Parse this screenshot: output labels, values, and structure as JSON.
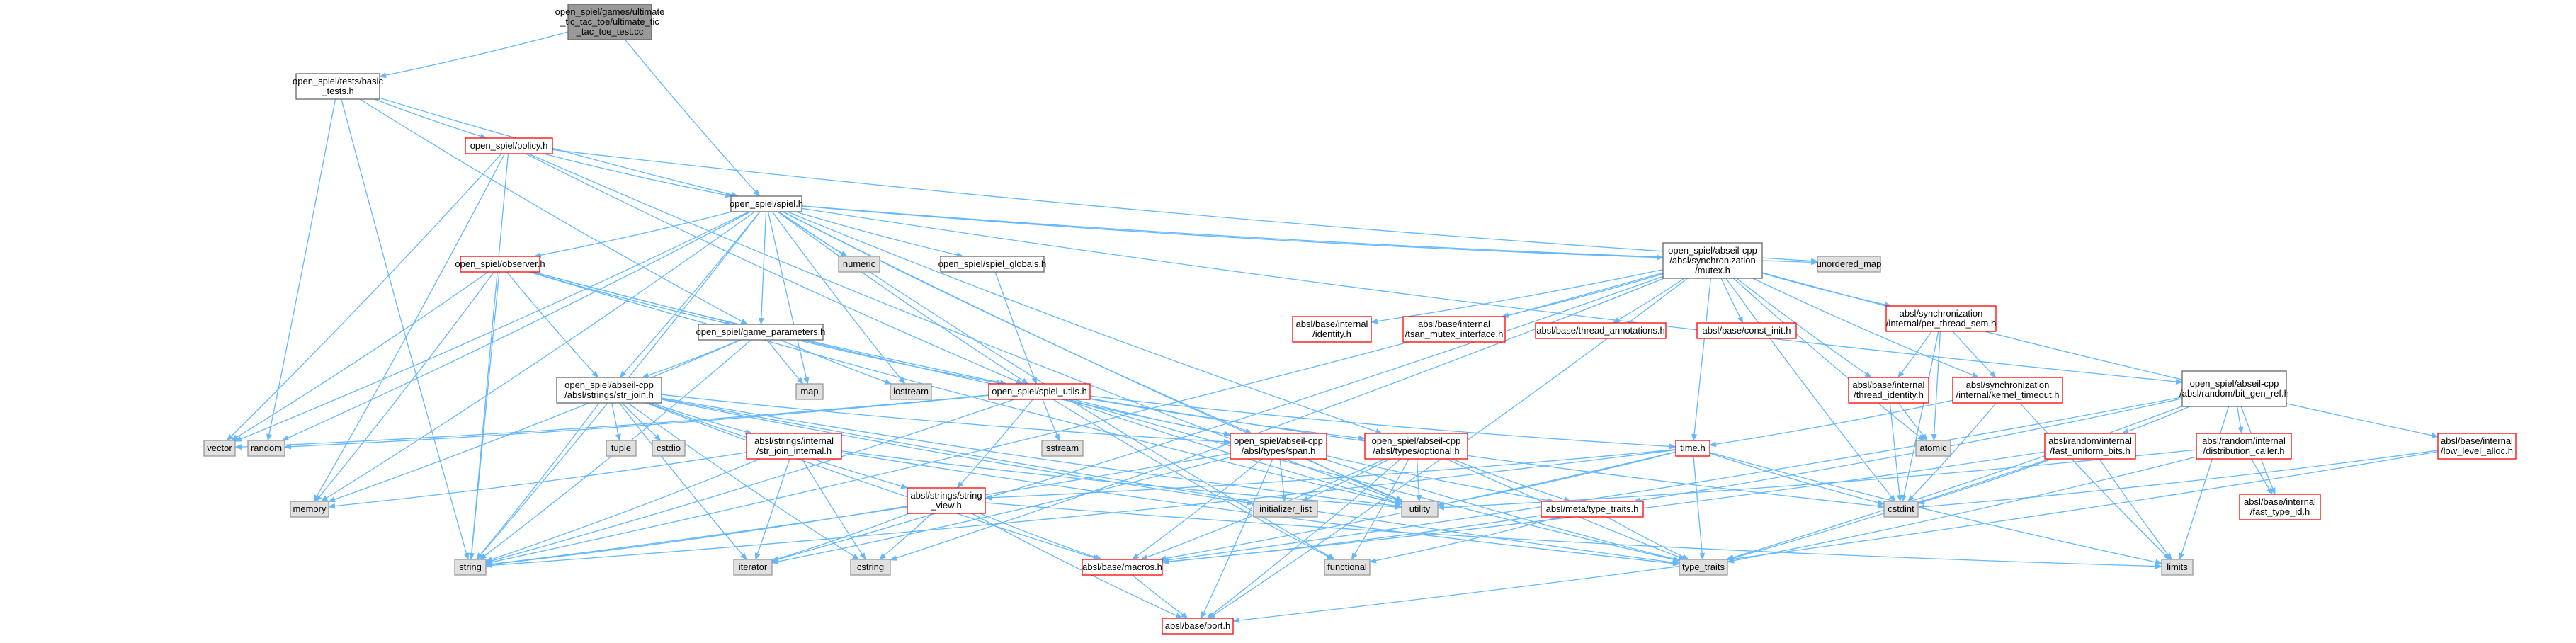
{
  "colors": {
    "background": "#ffffff",
    "root_fill": "#999999",
    "root_border": "#666666",
    "node_fill": "#ffffff",
    "node_border_plain": "#666666",
    "node_border_red": "#ff0000",
    "system_fill": "#e0e0e0",
    "system_border": "#999999",
    "edge": "#63b8ff"
  },
  "nodes": [
    {
      "id": "root",
      "lines": [
        "open_spiel/games/ultimate",
        "_tic_tac_toe/ultimate_tic",
        "_tac_toe_test.cc"
      ],
      "kind": "root"
    },
    {
      "id": "basic_tests",
      "lines": [
        "open_spiel/tests/basic",
        "_tests.h"
      ],
      "kind": "plain"
    },
    {
      "id": "policy",
      "lines": [
        "open_spiel/policy.h"
      ],
      "kind": "red"
    },
    {
      "id": "spiel",
      "lines": [
        "open_spiel/spiel.h"
      ],
      "kind": "plain"
    },
    {
      "id": "observer",
      "lines": [
        "open_spiel/observer.h"
      ],
      "kind": "red"
    },
    {
      "id": "numeric",
      "lines": [
        "numeric"
      ],
      "kind": "system"
    },
    {
      "id": "spiel_globals",
      "lines": [
        "open_spiel/spiel_globals.h"
      ],
      "kind": "plain"
    },
    {
      "id": "mutex",
      "lines": [
        "open_spiel/abseil-cpp",
        "/absl/synchronization",
        "/mutex.h"
      ],
      "kind": "plain"
    },
    {
      "id": "unordered_map",
      "lines": [
        "unordered_map"
      ],
      "kind": "system"
    },
    {
      "id": "game_parameters",
      "lines": [
        "open_spiel/game_parameters.h"
      ],
      "kind": "plain"
    },
    {
      "id": "str_join",
      "lines": [
        "open_spiel/abseil-cpp",
        "/absl/strings/str_join.h"
      ],
      "kind": "plain"
    },
    {
      "id": "map",
      "lines": [
        "map"
      ],
      "kind": "system"
    },
    {
      "id": "iostream",
      "lines": [
        "iostream"
      ],
      "kind": "system"
    },
    {
      "id": "spiel_utils",
      "lines": [
        "open_spiel/spiel_utils.h"
      ],
      "kind": "red"
    },
    {
      "id": "identity",
      "lines": [
        "absl/base/internal",
        "/identity.h"
      ],
      "kind": "red"
    },
    {
      "id": "tsan",
      "lines": [
        "absl/base/internal",
        "/tsan_mutex_interface.h"
      ],
      "kind": "red"
    },
    {
      "id": "thread_ann",
      "lines": [
        "absl/base/thread_annotations.h"
      ],
      "kind": "red"
    },
    {
      "id": "const_init",
      "lines": [
        "absl/base/const_init.h"
      ],
      "kind": "red"
    },
    {
      "id": "per_thread_sem",
      "lines": [
        "absl/synchronization",
        "/internal/per_thread_sem.h"
      ],
      "kind": "red"
    },
    {
      "id": "thread_identity",
      "lines": [
        "absl/base/internal",
        "/thread_identity.h"
      ],
      "kind": "red"
    },
    {
      "id": "kernel_timeout",
      "lines": [
        "absl/synchronization",
        "/internal/kernel_timeout.h"
      ],
      "kind": "red"
    },
    {
      "id": "bit_gen_ref",
      "lines": [
        "open_spiel/abseil-cpp",
        "/absl/random/bit_gen_ref.h"
      ],
      "kind": "plain"
    },
    {
      "id": "vector",
      "lines": [
        "vector"
      ],
      "kind": "system"
    },
    {
      "id": "random",
      "lines": [
        "random"
      ],
      "kind": "system"
    },
    {
      "id": "tuple",
      "lines": [
        "tuple"
      ],
      "kind": "system"
    },
    {
      "id": "cstdio",
      "lines": [
        "cstdio"
      ],
      "kind": "system"
    },
    {
      "id": "str_join_internal",
      "lines": [
        "absl/strings/internal",
        "/str_join_internal.h"
      ],
      "kind": "red"
    },
    {
      "id": "sstream",
      "lines": [
        "sstream"
      ],
      "kind": "system"
    },
    {
      "id": "span",
      "lines": [
        "open_spiel/abseil-cpp",
        "/absl/types/span.h"
      ],
      "kind": "red"
    },
    {
      "id": "optional",
      "lines": [
        "open_spiel/abseil-cpp",
        "/absl/types/optional.h"
      ],
      "kind": "red"
    },
    {
      "id": "time",
      "lines": [
        "time.h"
      ],
      "kind": "red"
    },
    {
      "id": "atomic",
      "lines": [
        "atomic"
      ],
      "kind": "system"
    },
    {
      "id": "fast_uniform",
      "lines": [
        "absl/random/internal",
        "/fast_uniform_bits.h"
      ],
      "kind": "red"
    },
    {
      "id": "dist_caller",
      "lines": [
        "absl/random/internal",
        "/distribution_caller.h"
      ],
      "kind": "red"
    },
    {
      "id": "low_level_alloc",
      "lines": [
        "absl/base/internal",
        "/low_level_alloc.h"
      ],
      "kind": "red"
    },
    {
      "id": "memory",
      "lines": [
        "memory"
      ],
      "kind": "system"
    },
    {
      "id": "initializer_list",
      "lines": [
        "initializer_list"
      ],
      "kind": "system"
    },
    {
      "id": "utility",
      "lines": [
        "utility"
      ],
      "kind": "system"
    },
    {
      "id": "type_traits_meta",
      "lines": [
        "absl/meta/type_traits.h"
      ],
      "kind": "red"
    },
    {
      "id": "cstdint",
      "lines": [
        "cstdint"
      ],
      "kind": "system"
    },
    {
      "id": "fast_type_id",
      "lines": [
        "absl/base/internal",
        "/fast_type_id.h"
      ],
      "kind": "red"
    },
    {
      "id": "string_view",
      "lines": [
        "absl/strings/string",
        "_view.h"
      ],
      "kind": "red"
    },
    {
      "id": "string",
      "lines": [
        "string"
      ],
      "kind": "system"
    },
    {
      "id": "iterator",
      "lines": [
        "iterator"
      ],
      "kind": "system"
    },
    {
      "id": "cstring",
      "lines": [
        "cstring"
      ],
      "kind": "system"
    },
    {
      "id": "macros",
      "lines": [
        "absl/base/macros.h"
      ],
      "kind": "red"
    },
    {
      "id": "functional",
      "lines": [
        "functional"
      ],
      "kind": "system"
    },
    {
      "id": "type_traits",
      "lines": [
        "type_traits"
      ],
      "kind": "system"
    },
    {
      "id": "limits",
      "lines": [
        "limits"
      ],
      "kind": "system"
    },
    {
      "id": "port",
      "lines": [
        "absl/base/port.h"
      ],
      "kind": "red"
    }
  ],
  "edges": [
    [
      "root",
      "basic_tests"
    ],
    [
      "root",
      "spiel"
    ],
    [
      "basic_tests",
      "policy"
    ],
    [
      "basic_tests",
      "spiel"
    ],
    [
      "basic_tests",
      "game_parameters"
    ],
    [
      "basic_tests",
      "random"
    ],
    [
      "basic_tests",
      "string"
    ],
    [
      "policy",
      "spiel"
    ],
    [
      "policy",
      "spiel_utils"
    ],
    [
      "policy",
      "memory"
    ],
    [
      "policy",
      "string"
    ],
    [
      "policy",
      "utility"
    ],
    [
      "policy",
      "vector"
    ],
    [
      "policy",
      "unordered_map"
    ],
    [
      "spiel",
      "observer"
    ],
    [
      "spiel",
      "numeric"
    ],
    [
      "spiel",
      "spiel_globals"
    ],
    [
      "spiel",
      "mutex"
    ],
    [
      "spiel",
      "unordered_map"
    ],
    [
      "spiel",
      "game_parameters"
    ],
    [
      "spiel",
      "map"
    ],
    [
      "spiel",
      "iostream"
    ],
    [
      "spiel",
      "spiel_utils"
    ],
    [
      "spiel",
      "bit_gen_ref"
    ],
    [
      "spiel",
      "span"
    ],
    [
      "spiel",
      "optional"
    ],
    [
      "spiel",
      "memory"
    ],
    [
      "spiel",
      "string"
    ],
    [
      "spiel",
      "utility"
    ],
    [
      "spiel",
      "vector"
    ],
    [
      "spiel",
      "random"
    ],
    [
      "spiel",
      "functional"
    ],
    [
      "spiel",
      "str_join"
    ],
    [
      "observer",
      "game_parameters"
    ],
    [
      "observer",
      "spiel_utils"
    ],
    [
      "observer",
      "str_join"
    ],
    [
      "observer",
      "span"
    ],
    [
      "observer",
      "memory"
    ],
    [
      "observer",
      "string"
    ],
    [
      "observer",
      "vector"
    ],
    [
      "observer",
      "utility"
    ],
    [
      "spiel_globals",
      "spiel_utils"
    ],
    [
      "game_parameters",
      "map"
    ],
    [
      "game_parameters",
      "string"
    ],
    [
      "game_parameters",
      "memory"
    ],
    [
      "game_parameters",
      "spiel_utils"
    ],
    [
      "game_parameters",
      "str_join"
    ],
    [
      "game_parameters",
      "iostream"
    ],
    [
      "str_join",
      "tuple"
    ],
    [
      "str_join",
      "cstdio"
    ],
    [
      "str_join",
      "str_join_internal"
    ],
    [
      "str_join",
      "string_view"
    ],
    [
      "str_join",
      "initializer_list"
    ],
    [
      "str_join",
      "iterator"
    ],
    [
      "str_join",
      "string"
    ],
    [
      "str_join",
      "type_traits"
    ],
    [
      "str_join",
      "utility"
    ],
    [
      "str_join",
      "macros"
    ],
    [
      "str_join",
      "cstring"
    ],
    [
      "str_join",
      "span"
    ],
    [
      "str_join_internal",
      "memory"
    ],
    [
      "str_join_internal",
      "string"
    ],
    [
      "str_join_internal",
      "iterator"
    ],
    [
      "str_join_internal",
      "cstring"
    ],
    [
      "str_join_internal",
      "type_traits"
    ],
    [
      "str_join_internal",
      "utility"
    ],
    [
      "spiel_utils",
      "sstream"
    ],
    [
      "spiel_utils",
      "span"
    ],
    [
      "spiel_utils",
      "optional"
    ],
    [
      "spiel_utils",
      "time"
    ],
    [
      "spiel_utils",
      "vector"
    ],
    [
      "spiel_utils",
      "random"
    ],
    [
      "spiel_utils",
      "string"
    ],
    [
      "spiel_utils",
      "cstdint"
    ],
    [
      "spiel_utils",
      "functional"
    ],
    [
      "spiel_utils",
      "type_traits"
    ],
    [
      "spiel_utils",
      "utility"
    ],
    [
      "spiel_utils",
      "string_view"
    ],
    [
      "mutex",
      "identity"
    ],
    [
      "mutex",
      "tsan"
    ],
    [
      "mutex",
      "thread_ann"
    ],
    [
      "mutex",
      "const_init"
    ],
    [
      "mutex",
      "per_thread_sem"
    ],
    [
      "mutex",
      "thread_identity"
    ],
    [
      "mutex",
      "kernel_timeout"
    ],
    [
      "mutex",
      "low_level_alloc"
    ],
    [
      "mutex",
      "atomic"
    ],
    [
      "mutex",
      "time"
    ],
    [
      "mutex",
      "cstdint"
    ],
    [
      "mutex",
      "string"
    ],
    [
      "mutex",
      "iterator"
    ],
    [
      "mutex",
      "port"
    ],
    [
      "mutex",
      "cstring"
    ],
    [
      "per_thread_sem",
      "thread_identity"
    ],
    [
      "per_thread_sem",
      "kernel_timeout"
    ],
    [
      "per_thread_sem",
      "atomic"
    ],
    [
      "per_thread_sem",
      "cstdint"
    ],
    [
      "thread_identity",
      "atomic"
    ],
    [
      "thread_identity",
      "cstdint"
    ],
    [
      "kernel_timeout",
      "limits"
    ],
    [
      "kernel_timeout",
      "cstdint"
    ],
    [
      "kernel_timeout",
      "time"
    ],
    [
      "bit_gen_ref",
      "fast_uniform"
    ],
    [
      "bit_gen_ref",
      "dist_caller"
    ],
    [
      "bit_gen_ref",
      "fast_type_id"
    ],
    [
      "bit_gen_ref",
      "type_traits"
    ],
    [
      "bit_gen_ref",
      "limits"
    ],
    [
      "bit_gen_ref",
      "type_traits_meta"
    ],
    [
      "bit_gen_ref",
      "macros"
    ],
    [
      "fast_uniform",
      "limits"
    ],
    [
      "fast_uniform",
      "type_traits"
    ],
    [
      "fast_uniform",
      "cstdint"
    ],
    [
      "fast_uniform",
      "macros"
    ],
    [
      "dist_caller",
      "fast_type_id"
    ],
    [
      "dist_caller",
      "utility"
    ],
    [
      "dist_caller",
      "type_traits"
    ],
    [
      "low_level_alloc",
      "cstdint"
    ],
    [
      "low_level_alloc",
      "port"
    ],
    [
      "span",
      "initializer_list"
    ],
    [
      "span",
      "iterator"
    ],
    [
      "span",
      "type_traits"
    ],
    [
      "span",
      "utility"
    ],
    [
      "span",
      "string"
    ],
    [
      "span",
      "macros"
    ],
    [
      "span",
      "port"
    ],
    [
      "span",
      "type_traits_meta"
    ],
    [
      "optional",
      "functional"
    ],
    [
      "optional",
      "type_traits"
    ],
    [
      "optional",
      "utility"
    ],
    [
      "optional",
      "initializer_list"
    ],
    [
      "optional",
      "type_traits_meta"
    ],
    [
      "optional",
      "macros"
    ],
    [
      "optional",
      "port"
    ],
    [
      "time",
      "limits"
    ],
    [
      "time",
      "cstdint"
    ],
    [
      "time",
      "string"
    ],
    [
      "time",
      "type_traits"
    ],
    [
      "time",
      "utility"
    ],
    [
      "time",
      "string_view"
    ],
    [
      "time",
      "macros"
    ],
    [
      "type_traits_meta",
      "functional"
    ],
    [
      "type_traits_meta",
      "type_traits"
    ],
    [
      "type_traits_meta",
      "macros"
    ],
    [
      "string_view",
      "string"
    ],
    [
      "string_view",
      "iterator"
    ],
    [
      "string_view",
      "limits"
    ],
    [
      "string_view",
      "cstring"
    ],
    [
      "string_view",
      "macros"
    ],
    [
      "string_view",
      "port"
    ],
    [
      "macros",
      "port"
    ]
  ]
}
